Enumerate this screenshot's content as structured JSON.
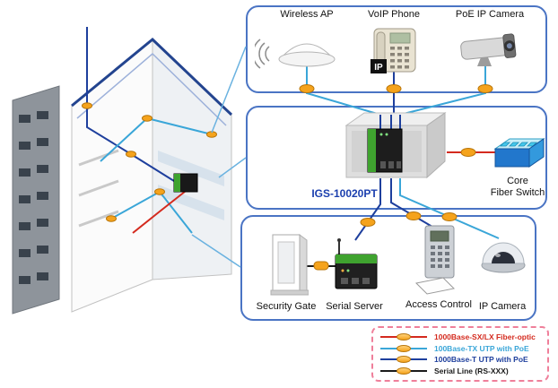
{
  "top_panel": {
    "devices": [
      {
        "label": "Wireless AP"
      },
      {
        "label": "VoIP Phone",
        "badge": "IP"
      },
      {
        "label": "PoE IP Camera"
      }
    ]
  },
  "middle_panel": {
    "switch_label": "IGS-10020PT",
    "core_switch_label": "Core\nFiber Switch"
  },
  "bottom_panel": {
    "devices": [
      {
        "label": "Security Gate"
      },
      {
        "label": "Serial Server"
      },
      {
        "label": "Access Control"
      },
      {
        "label": "IP Camera"
      }
    ]
  },
  "legend": {
    "items": [
      {
        "label": "1000Base-SX/LX Fiber-optic",
        "color": "#d42a1e"
      },
      {
        "label": "100Base-TX UTP with PoE",
        "color": "#3aa6d8"
      },
      {
        "label": "1000Base-T UTP with PoE",
        "color": "#1e3f9d"
      },
      {
        "label": "Serial Line (RS-XXX)",
        "color": "#1a1a1a"
      }
    ]
  },
  "colors": {
    "panel_border": "#4a74c4",
    "legend_border": "#ef7f9a",
    "marker_fill": "#f5a31c",
    "switch_label_color": "#1b3fae"
  }
}
